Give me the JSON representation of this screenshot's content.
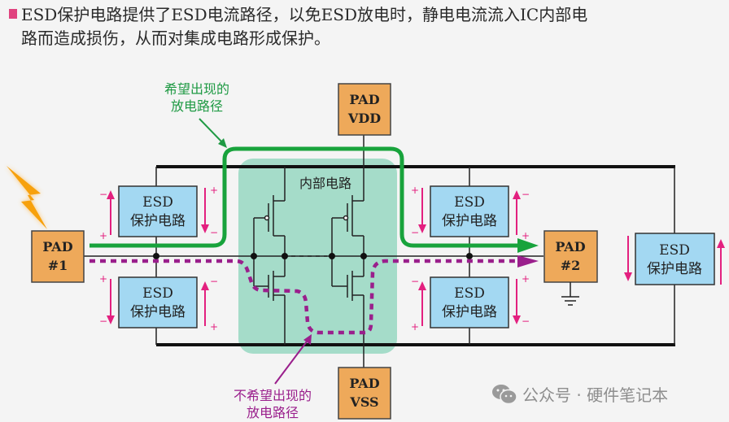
{
  "header": {
    "line1": "ESD保护电路提供了ESD电流路径，以免ESD放电时，静电电流流入IC内部电",
    "line2": "路而造成损伤，从而对集成电路形成保护。"
  },
  "diagram": {
    "pad1": [
      "PAD",
      "#1"
    ],
    "pad2": [
      "PAD",
      "#2"
    ],
    "pad_vdd": [
      "PAD",
      "VDD"
    ],
    "pad_vss": [
      "PAD",
      "VSS"
    ],
    "esd_label": [
      "ESD",
      "保护电路"
    ],
    "internal_label": "内部电路",
    "desired_path": [
      "希望出现的",
      "放电路径"
    ],
    "undesired_path": [
      "不希望出现的",
      "放电路径"
    ],
    "plus": "+",
    "minus": "−",
    "colors": {
      "pad": "#eea95a",
      "esd": "#a3d8f2",
      "internal": "#a5dcc9",
      "desired": "#18a33c",
      "undesired": "#9a1f8c",
      "polarity": "#e3207f",
      "lightning": "#f7a10d"
    }
  },
  "watermark": {
    "text": "公众号 · 硬件笔记本",
    "icon": "wechat-icon"
  }
}
